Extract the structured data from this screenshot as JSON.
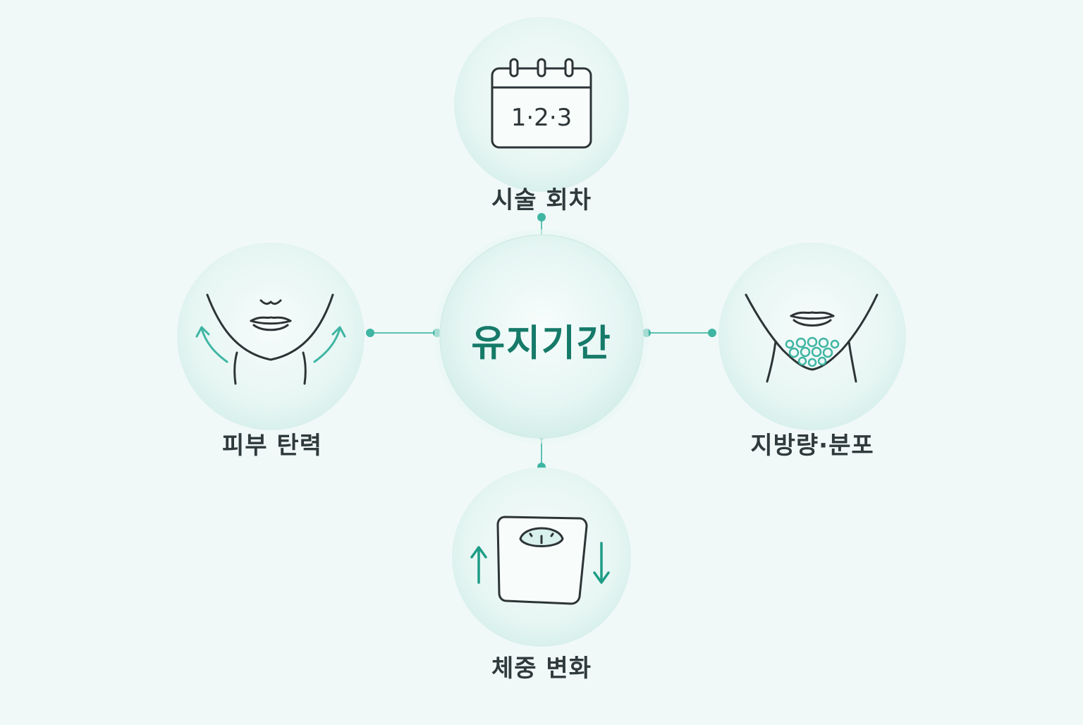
{
  "center": {
    "label": "유지기간"
  },
  "nodes": {
    "top": {
      "label": "시술 회차",
      "icon": "calendar-icon",
      "calendar_text": "1·2·3"
    },
    "left": {
      "label": "피부 탄력",
      "icon": "face-lift-arrows-icon"
    },
    "right": {
      "label": "지방량·분포",
      "icon": "face-fat-distribution-icon"
    },
    "bottom": {
      "label": "체중 변화",
      "icon": "weight-scale-icon"
    }
  },
  "colors": {
    "background": "#f1f9f8",
    "accent": "#3fb5a3",
    "center_text": "#167a69",
    "label_text": "#2f3a3d",
    "icon_stroke": "#2d3436",
    "circle_fill": "#e3f4f1"
  }
}
